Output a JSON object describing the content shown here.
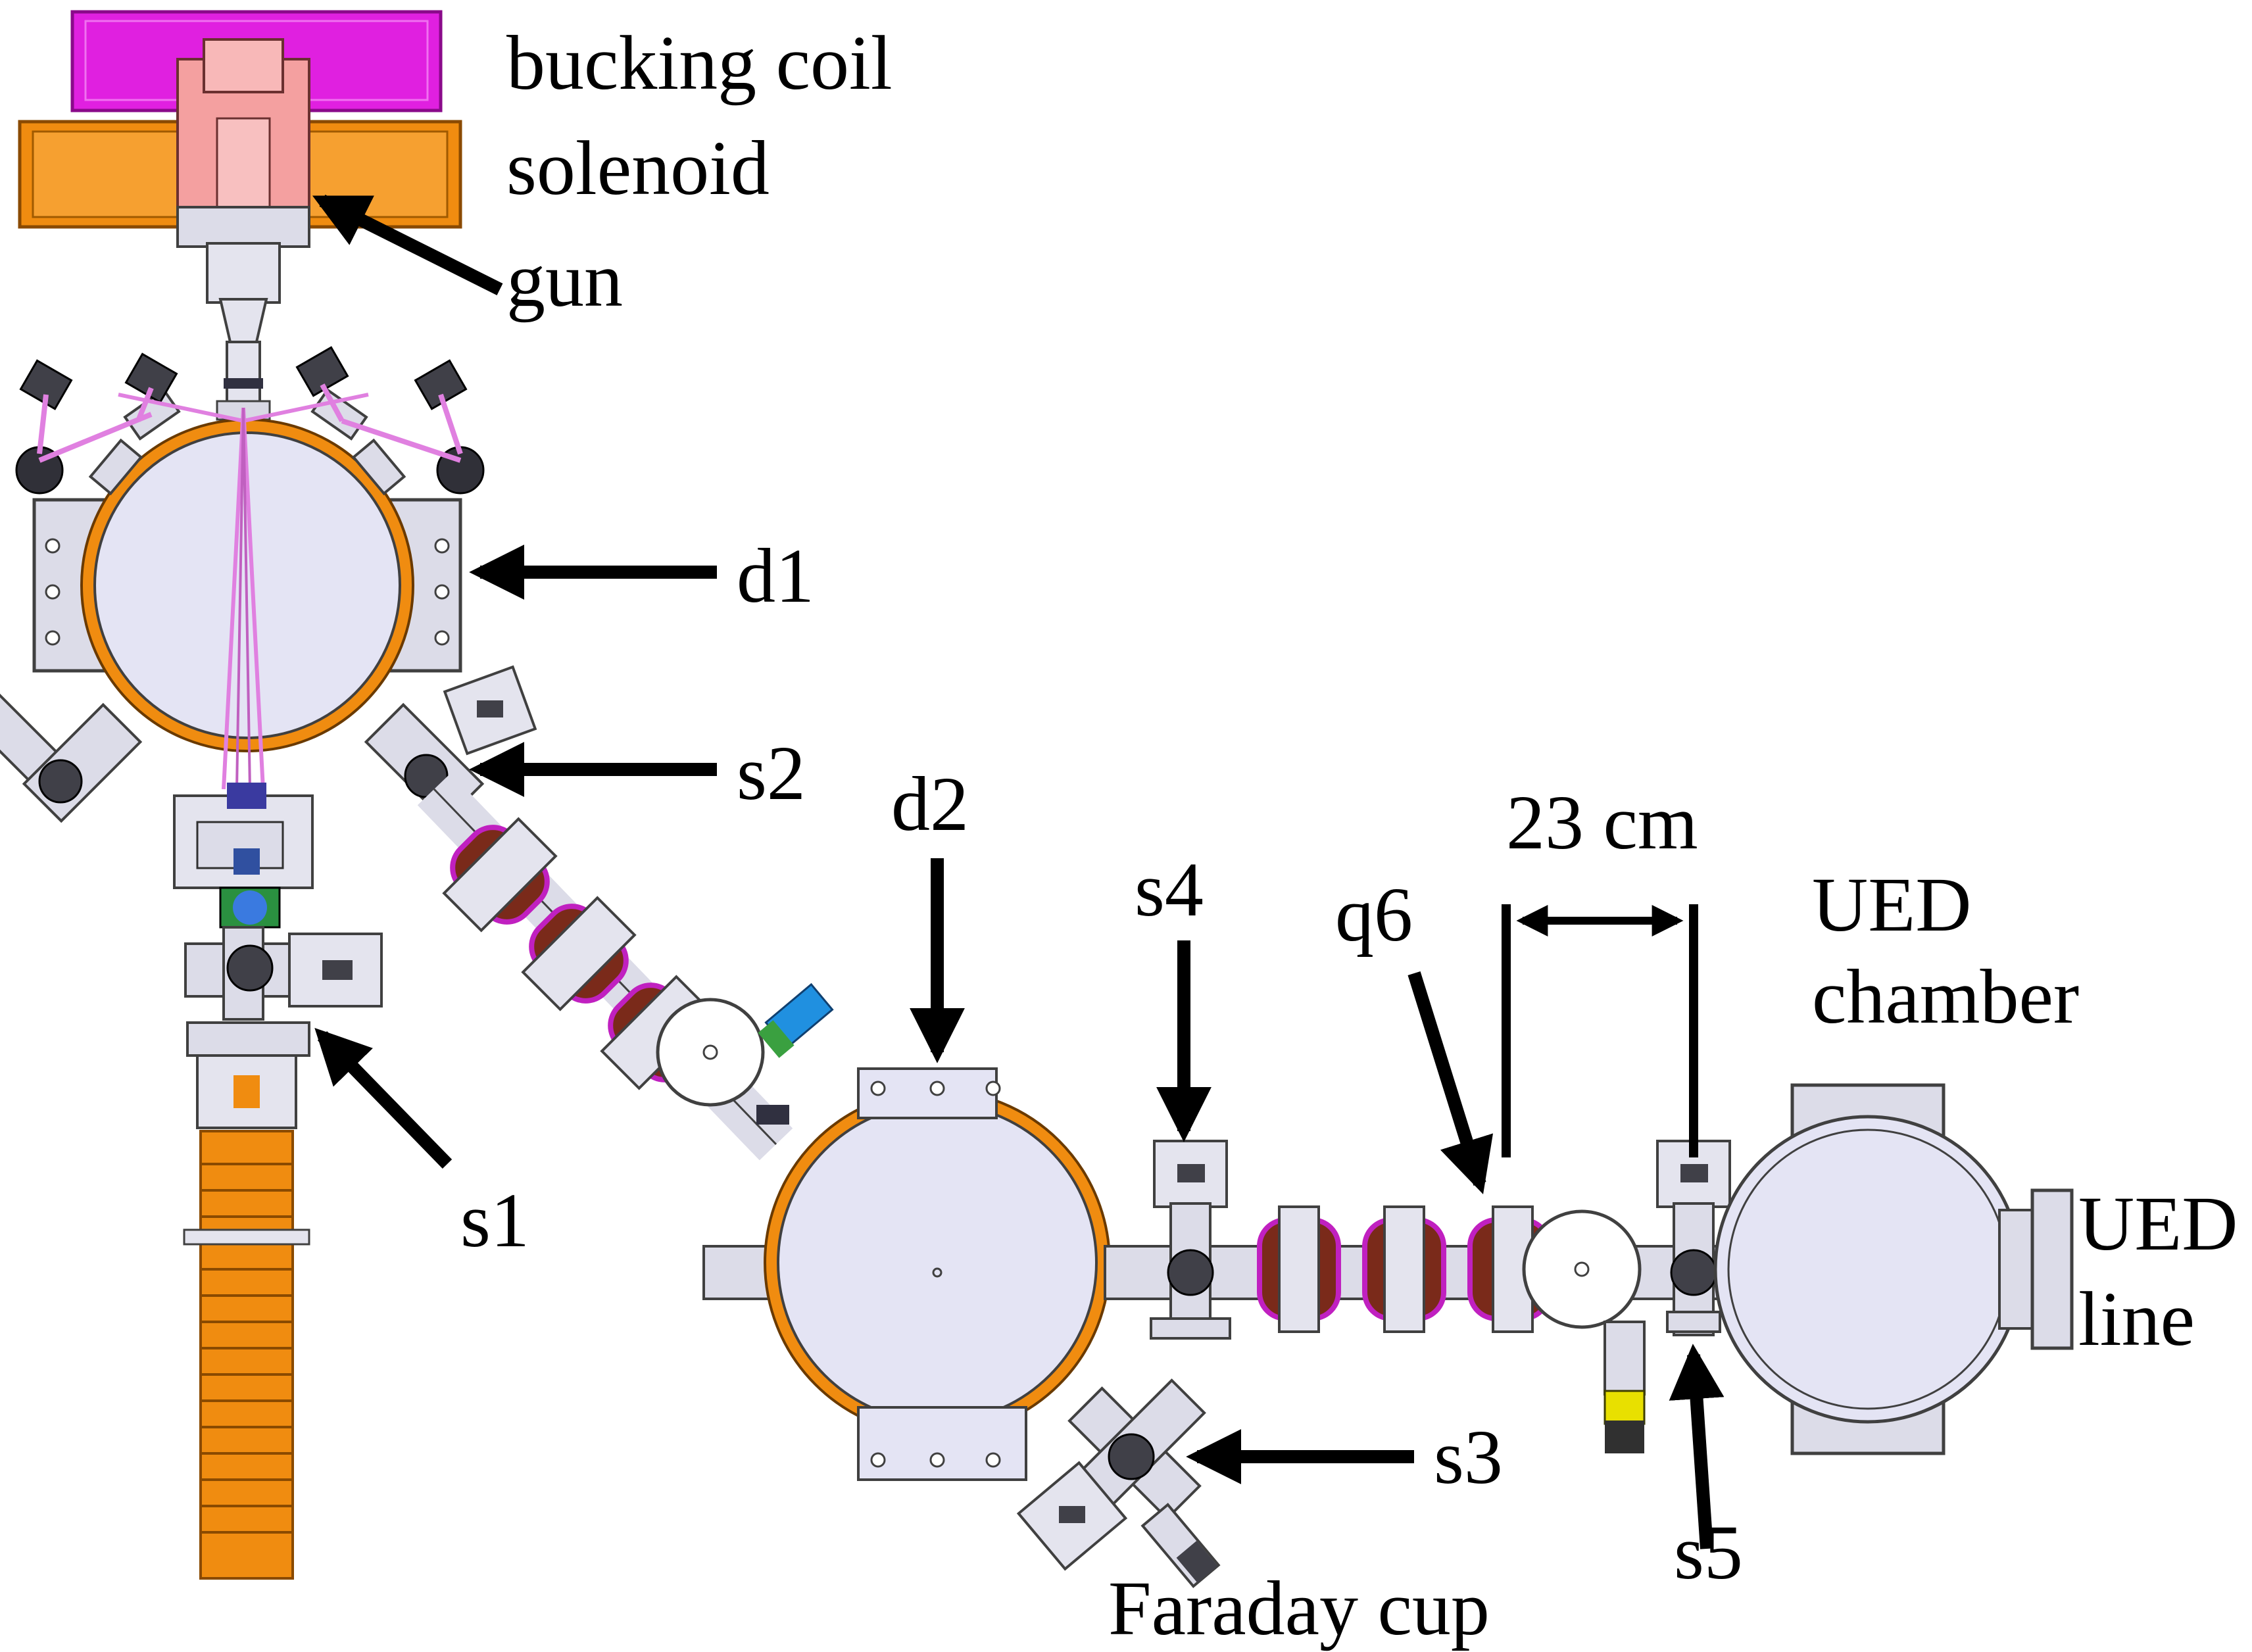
{
  "labels": {
    "bucking_coil": "bucking coil",
    "solenoid": "solenoid",
    "gun": "gun",
    "d1": "d1",
    "s2": "s2",
    "d2": "d2",
    "s4": "s4",
    "q6": "q6",
    "dimension": "23 cm",
    "ued_chamber_1": "UED",
    "ued_chamber_2": "chamber",
    "ued_line_1": "UED",
    "ued_line_2": "line",
    "s1": "s1",
    "s3": "s3",
    "s5": "s5",
    "faraday_cup": "Faraday cup"
  },
  "colors": {
    "bucking_coil": "#e020e0",
    "solenoid": "#f08c10",
    "gun_body": "#f4a0a0",
    "chamber_fill": "#e4e4f4",
    "chamber_rim": "#f08c10",
    "steel": "#c8c8d8",
    "beam_path": "#e080e0",
    "quad_coil": "#7a2a1a",
    "quad_rim": "#c020c0",
    "screen": "#404048",
    "faraday": "#e8e000",
    "arrow": "#000000"
  }
}
